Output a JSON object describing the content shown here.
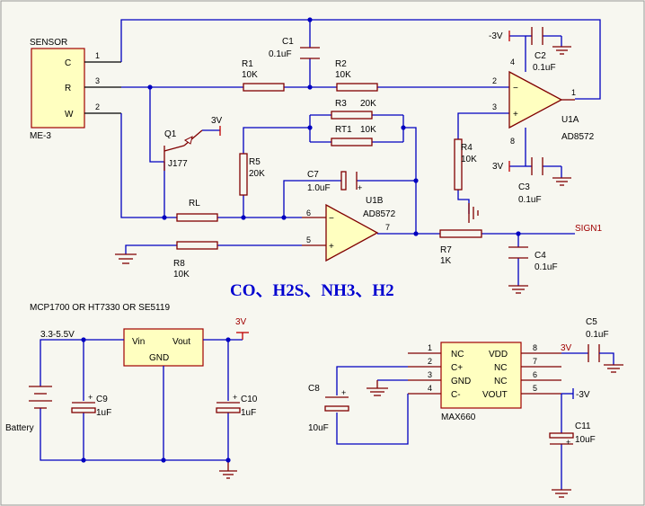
{
  "sensor": {
    "title": "SENSOR",
    "model": "ME-3",
    "pins": [
      "C",
      "R",
      "W"
    ],
    "pin_numbers": [
      "1",
      "3",
      "2"
    ]
  },
  "c1": {
    "ref": "C1",
    "value": "0.1uF"
  },
  "r1": {
    "ref": "R1",
    "value": "10K"
  },
  "r2": {
    "ref": "R2",
    "value": "10K"
  },
  "r3": {
    "ref": "R3",
    "value": "20K"
  },
  "rt1": {
    "ref": "RT1",
    "value": "10K"
  },
  "r4": {
    "ref": "R4",
    "value": "10K"
  },
  "r5": {
    "ref": "R5",
    "value": "20K"
  },
  "r7": {
    "ref": "R7",
    "value": "1K"
  },
  "r8": {
    "ref": "R8",
    "value": "10K"
  },
  "rl": {
    "ref": "RL"
  },
  "c2": {
    "ref": "C2",
    "value": "0.1uF"
  },
  "c3": {
    "ref": "C3",
    "value": "0.1uF"
  },
  "c4": {
    "ref": "C4",
    "value": "0.1uF"
  },
  "c5": {
    "ref": "C5",
    "value": "0.1uF"
  },
  "c7": {
    "ref": "C7",
    "value": "1.0uF"
  },
  "c8": {
    "ref": "C8",
    "value": "10uF"
  },
  "c9": {
    "ref": "C9",
    "value": "1uF"
  },
  "c10": {
    "ref": "C10",
    "value": "1uF"
  },
  "c11": {
    "ref": "C11",
    "value": "10uF"
  },
  "q1": {
    "ref": "Q1",
    "part": "J177",
    "supply": "3V"
  },
  "u1a": {
    "ref": "U1A",
    "part": "AD8572",
    "pins": {
      "in_neg": "2",
      "in_pos": "3",
      "out": "1",
      "vpos": "4",
      "vneg": "8"
    }
  },
  "u1b": {
    "ref": "U1B",
    "part": "AD8572",
    "pins": {
      "in_neg": "6",
      "in_pos": "5",
      "out": "7"
    }
  },
  "rails": {
    "neg3v": "-3V",
    "pos3v": "3V",
    "neg3v_b": "3V"
  },
  "signal": {
    "name": "SIGN1"
  },
  "gases": {
    "title": "CO、H2S、NH3、H2"
  },
  "regulator": {
    "caption": "MCP1700  OR  HT7330  OR SE5119",
    "vin": "Vin",
    "vout": "Vout",
    "gnd": "GND",
    "input_range": "3.3-5.5V",
    "output": "3V",
    "battery": "Battery"
  },
  "max660": {
    "part": "MAX660",
    "left_pins": [
      "NC",
      "C+",
      "GND",
      "C-"
    ],
    "left_nums": [
      "1",
      "2",
      "3",
      "4"
    ],
    "right_pins": [
      "VDD",
      "NC",
      "NC",
      "VOUT"
    ],
    "right_nums": [
      "8",
      "7",
      "6",
      "5"
    ],
    "vdd_rail": "3V",
    "vout_rail": "-3V"
  }
}
